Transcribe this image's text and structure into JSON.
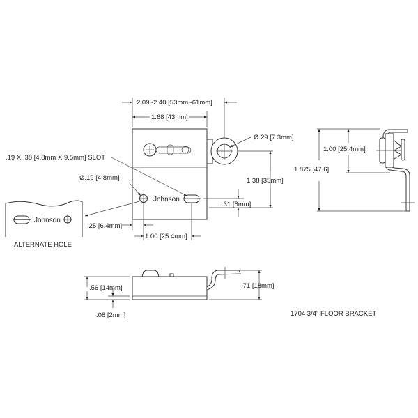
{
  "title": "1704 3/4\" FLOOR BRACKET",
  "brand_mark": "Johnson",
  "dimensions": {
    "overall_width": "2.09~2.40 [53mm~61mm]",
    "body_width": "1.68 [43mm]",
    "ring_hole": "Ø.29 [7.3mm]",
    "slot": ".19 X .38 [4.8mm X 9.5mm] SLOT",
    "round_hole": "Ø.19 [4.8mm]",
    "ring_to_hole_height": "1.38 [35mm]",
    "hole_to_edge": ".31 [8mm]",
    "hole_offset": ".25 [6.4mm]",
    "hole_spacing": "1.00 [25.4mm]",
    "side_height_right": "1.00 [25.4mm]",
    "side_total_height": "1.875 [47.6]",
    "body_thickness": ".56 [14mm]",
    "base_thickness": ".08 [2mm]",
    "bracket_height": ".71 [18mm]"
  },
  "labels": {
    "alternate_hole": "ALTERNATE HOLE"
  }
}
